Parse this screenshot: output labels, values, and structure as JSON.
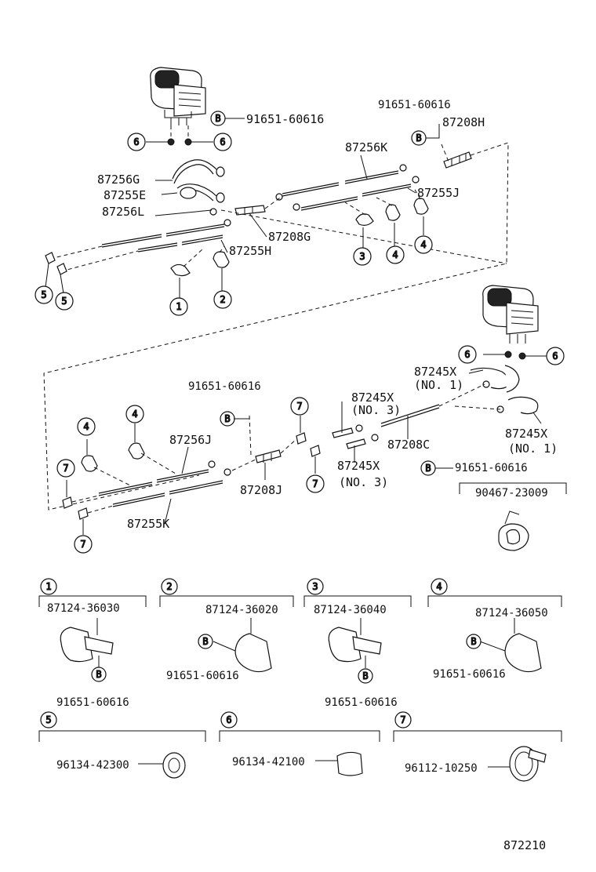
{
  "labels": {
    "l_91651_a": "91651-60616",
    "l_91651_b": "91651-60616",
    "l_87208H": "87208H",
    "l_87256K": "87256K",
    "l_87256G": "87256G",
    "l_87255E": "87255E",
    "l_87255J": "87255J",
    "l_87256L": "87256L",
    "l_87208G": "87208G",
    "l_87255H": "87255H",
    "l_87245X_1a": "87245X",
    "l_no1_a": "(NO. 1)",
    "l_91651_c": "91651-60616",
    "l_87245X_3a": "87245X",
    "l_no3_a": "(NO. 3)",
    "l_87256J": "87256J",
    "l_87208C": "87208C",
    "l_87245X_1b": "87245X",
    "l_no1_b": "(NO. 1)",
    "l_87245X_3b": "87245X",
    "l_no3_b": "(NO. 3)",
    "l_91651_d": "91651-60616",
    "l_87208J": "87208J",
    "l_90467": "90467-23009",
    "l_87255K": "87255K"
  },
  "callouts": {
    "one": "1",
    "two": "2",
    "three": "3",
    "four": "4",
    "five": "5",
    "six": "6",
    "seven": "7",
    "b": "B"
  },
  "details": {
    "d1_part": "87124-36030",
    "d1_bolt": "91651-60616",
    "d2_part": "87124-36020",
    "d2_bolt": "91651-60616",
    "d3_part": "87124-36040",
    "d3_bolt": "91651-60616",
    "d4_part": "87124-36050",
    "d4_bolt": "91651-60616",
    "d5_part": "96134-42300",
    "d6_part": "96134-42100",
    "d7_part": "96112-10250"
  },
  "diagram_id": "872210"
}
